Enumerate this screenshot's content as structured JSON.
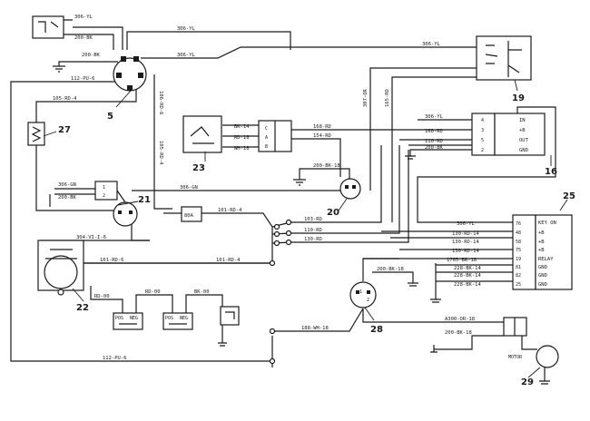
{
  "components": {
    "c5": "5",
    "c16": "16",
    "c19": "19",
    "c20": "20",
    "c21": "21",
    "c22": "22",
    "c23": "23",
    "c25": "25",
    "c27": "27",
    "c28": "28",
    "c29": "29"
  },
  "wires": {
    "w_top_yl": "306-YL",
    "w_yl_mid": "306-YL",
    "w_yl_19": "306-YL",
    "w_sw_yl": "306-YL",
    "w_sw_bk": "200-BK",
    "w_bk_gnd": "200-BK",
    "w_pu_top": "112-PU-6",
    "w_rd4_left": "105-RD-4",
    "w_vert_rd": "106-RD-6",
    "w_vert_rd2": "105-RD-4",
    "w_vert_or": "307-OR",
    "w_vert_rd3": "165-RD",
    "w_23_bk": "BK-14",
    "w_23_rd": "RD-18",
    "w_23_wh": "WH-18",
    "w_168": "168-RD",
    "w_154": "154-RD",
    "w_20_bk": "200-BK-18",
    "w_21_gn": "306-GN",
    "w_21_bk": "200-BK",
    "w_306gn_long": "306-GN",
    "w_16_yl": "306-YL",
    "w_16_168": "168-RD",
    "w_16_110": "110-RD",
    "w_16_200": "200-BK",
    "w_101_top": "101-RD-4",
    "w_103": "103-RD",
    "w_110b": "110-RD",
    "w_130": "130-RD",
    "w_304": "304-VI-I-6",
    "w_101_left": "101-RD-6",
    "w_101_mid": "101-RD-4",
    "w_rd00": "RD-00",
    "w_rd00b": "RD-00",
    "w_bk00": "BK-00",
    "w_25_306": "306-YL",
    "w_25_130": "130-RD-14",
    "w_25_130b": "130-RD-14",
    "w_25_130c": "130-RD-14",
    "w_25_1705": "1705-BR-18",
    "w_25_228a": "228-BK-14",
    "w_25_228b": "228-BK-14",
    "w_25_228c": "228-BK-14",
    "w_28_bk": "200-BK-18",
    "w_188": "188-WH-18",
    "w_a300": "A300-OR-18",
    "w_29_bk": "200-BK-18",
    "w_pu_bottom": "112-PU-6"
  },
  "labels": {
    "c16_pins": [
      "IN",
      "+B",
      "OUT",
      "GND"
    ],
    "c16_terms": [
      "4",
      "3",
      "5",
      "2"
    ],
    "c25_title": "KEY ON",
    "c25_rows": [
      "+B",
      "+B",
      "+B",
      "RELAY",
      "GND",
      "GND",
      "GND"
    ],
    "c25_terms": [
      "76",
      "48",
      "58",
      "75",
      "19",
      "81",
      "82",
      "25"
    ],
    "c23_terms": [
      "C",
      "A",
      "B"
    ],
    "c21_terms": [
      "1",
      "2"
    ],
    "fuse": "80A",
    "pos1": "POS",
    "neg1": "NEG",
    "pos2": "POS",
    "neg2": "NEG",
    "motor": "MOTOR",
    "c28_terms": [
      "1",
      "2"
    ]
  }
}
